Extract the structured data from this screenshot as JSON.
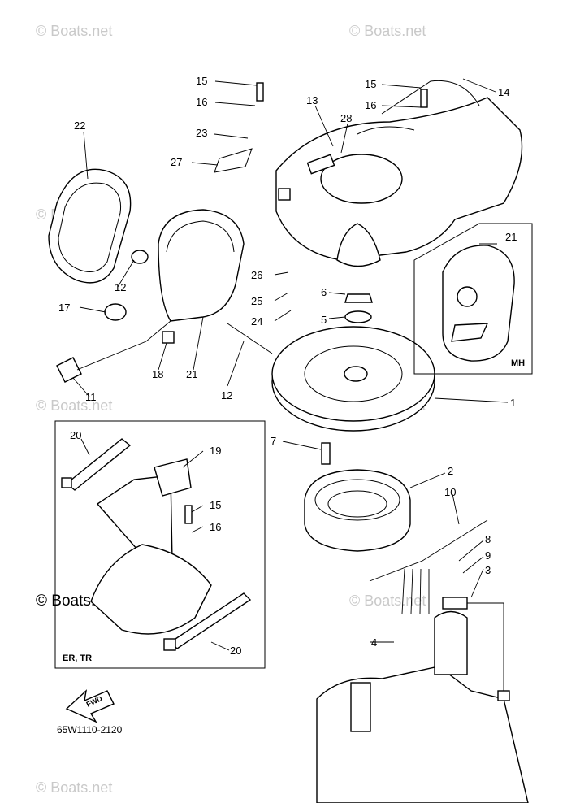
{
  "watermark": "© Boats.net",
  "part_code": "65W1110-2120",
  "fwd_label": "FWD",
  "inset_labels": {
    "mh": "MH",
    "er_tr": "ER, TR"
  },
  "callouts": [
    "1",
    "2",
    "3",
    "4",
    "5",
    "6",
    "7",
    "8",
    "9",
    "10",
    "11",
    "12",
    "12",
    "13",
    "14",
    "15",
    "15",
    "15",
    "16",
    "16",
    "16",
    "17",
    "18",
    "19",
    "20",
    "20",
    "21",
    "21",
    "22",
    "23",
    "24",
    "25",
    "26",
    "27",
    "28"
  ]
}
